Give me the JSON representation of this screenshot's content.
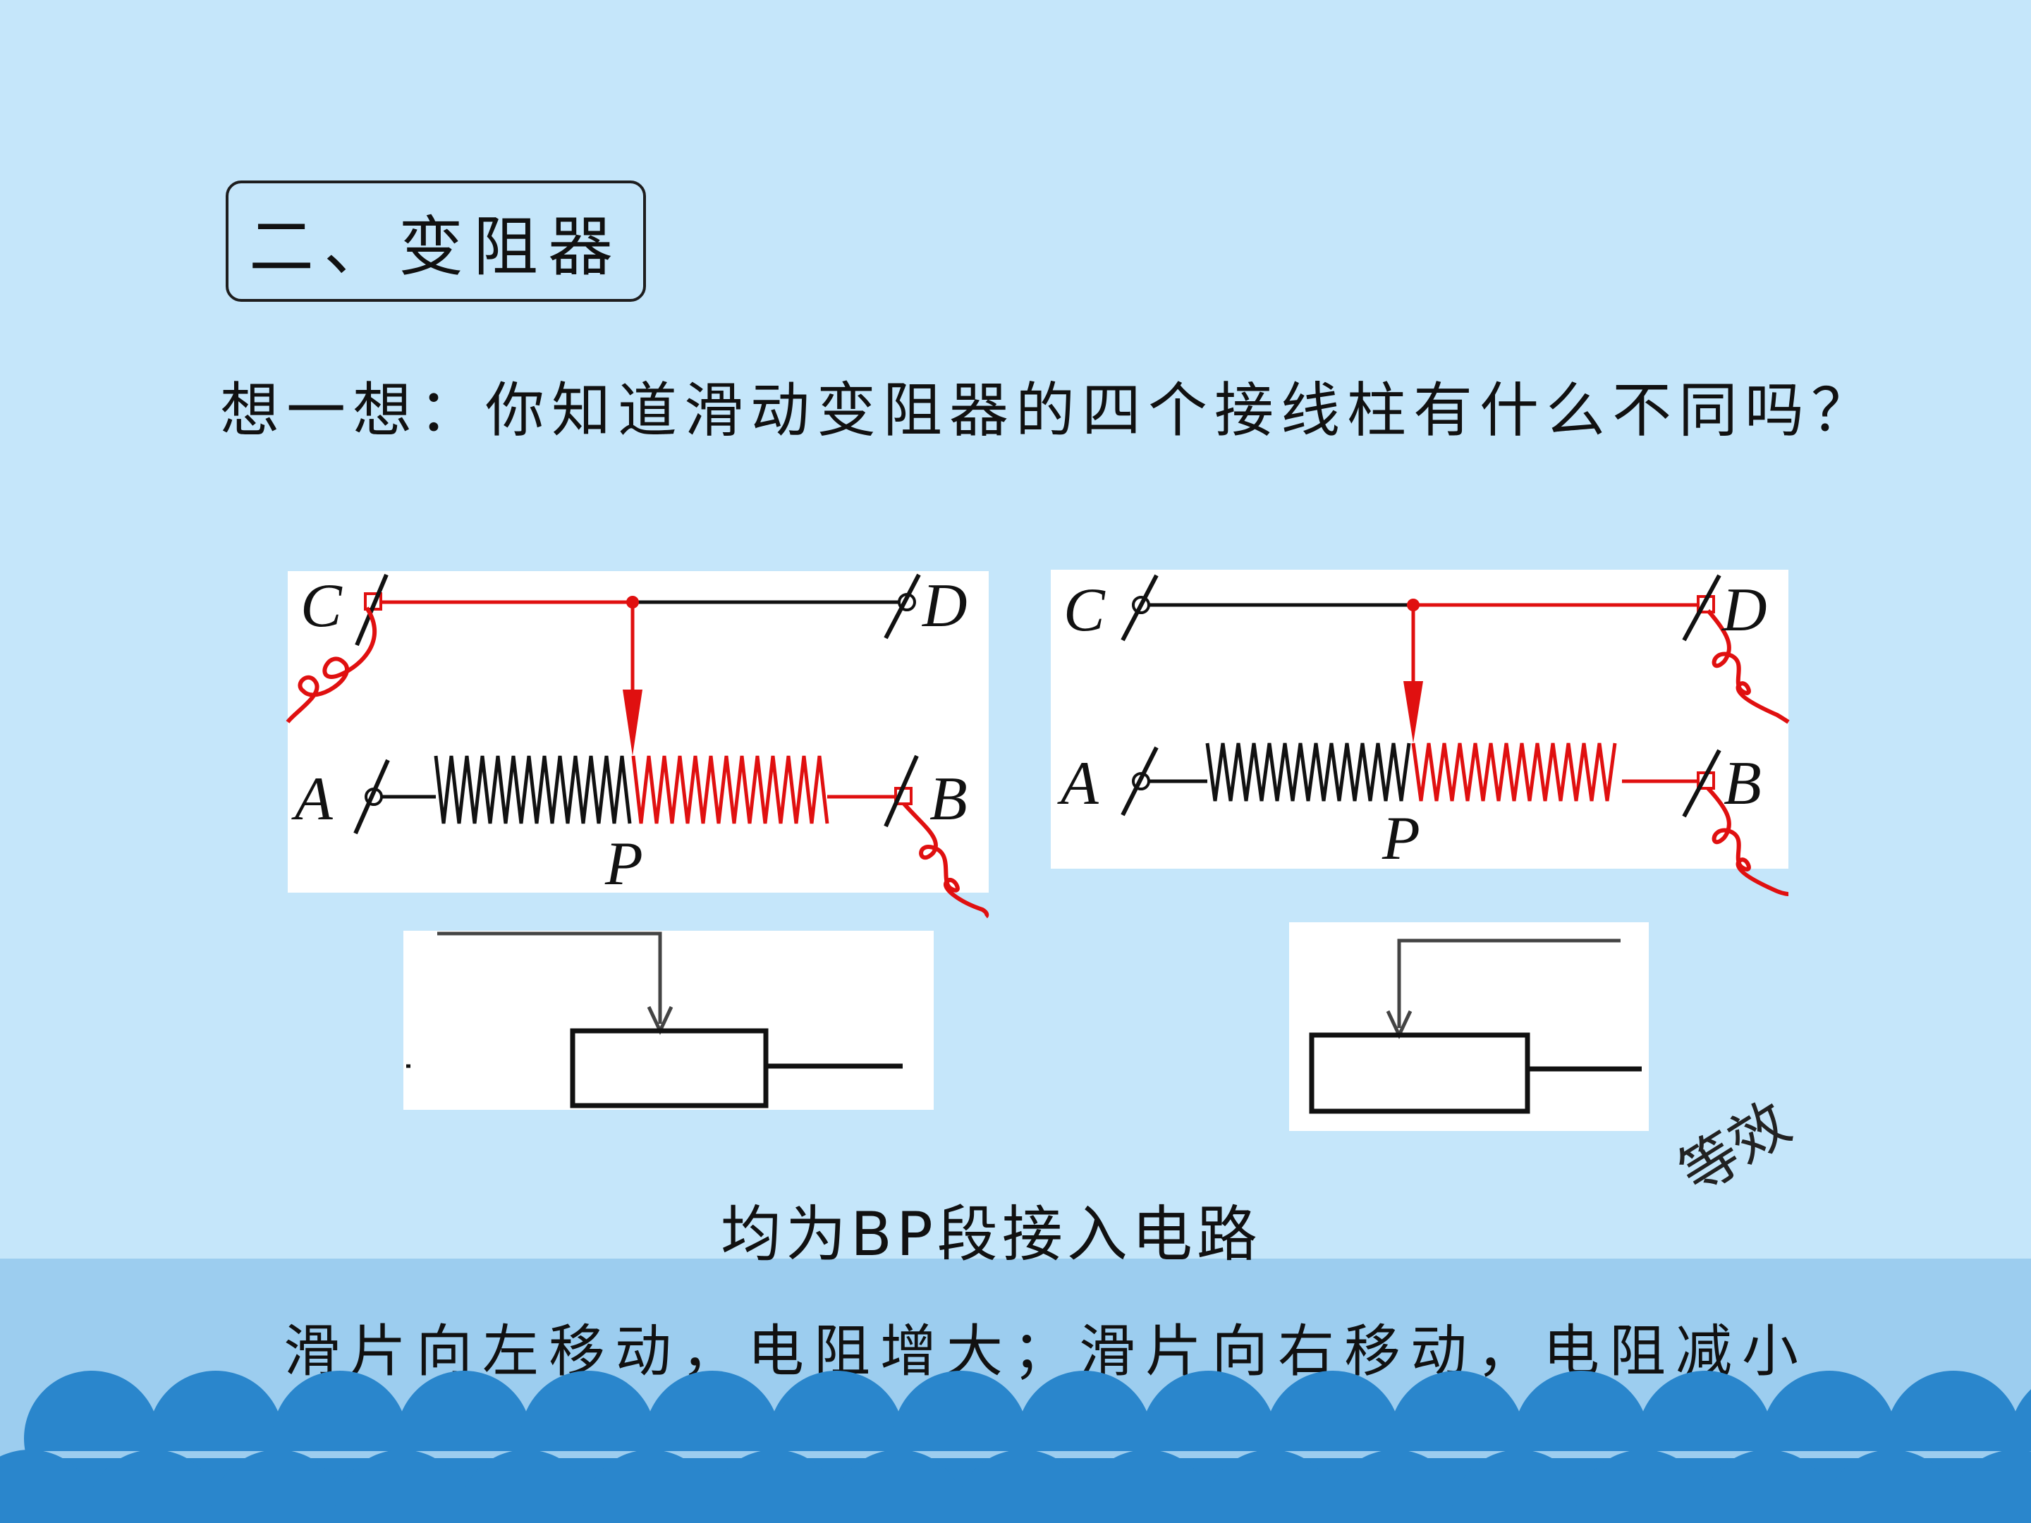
{
  "slide": {
    "section_title": "二、变阻器",
    "question": "想一想：你知道滑动变阻器的四个接线柱有什么不同吗？",
    "caption": "均为BP段接入电路",
    "conclusion": "滑片向左移动，电阻增大；滑片向右移动，电阻减小",
    "handwritten_note": "等效"
  },
  "diagram_left": {
    "terminals": {
      "c": "C",
      "d": "D",
      "a": "A",
      "b": "B",
      "slider": "P"
    }
  },
  "diagram_right": {
    "terminals": {
      "c": "C",
      "d": "D",
      "a": "A",
      "b": "B",
      "slider": "P"
    }
  },
  "colors": {
    "background": "#c5e6fa",
    "band": "#9ccdef",
    "wave": "#2a86cc",
    "active_wire": "#e01010",
    "inactive_wire": "#111111"
  }
}
